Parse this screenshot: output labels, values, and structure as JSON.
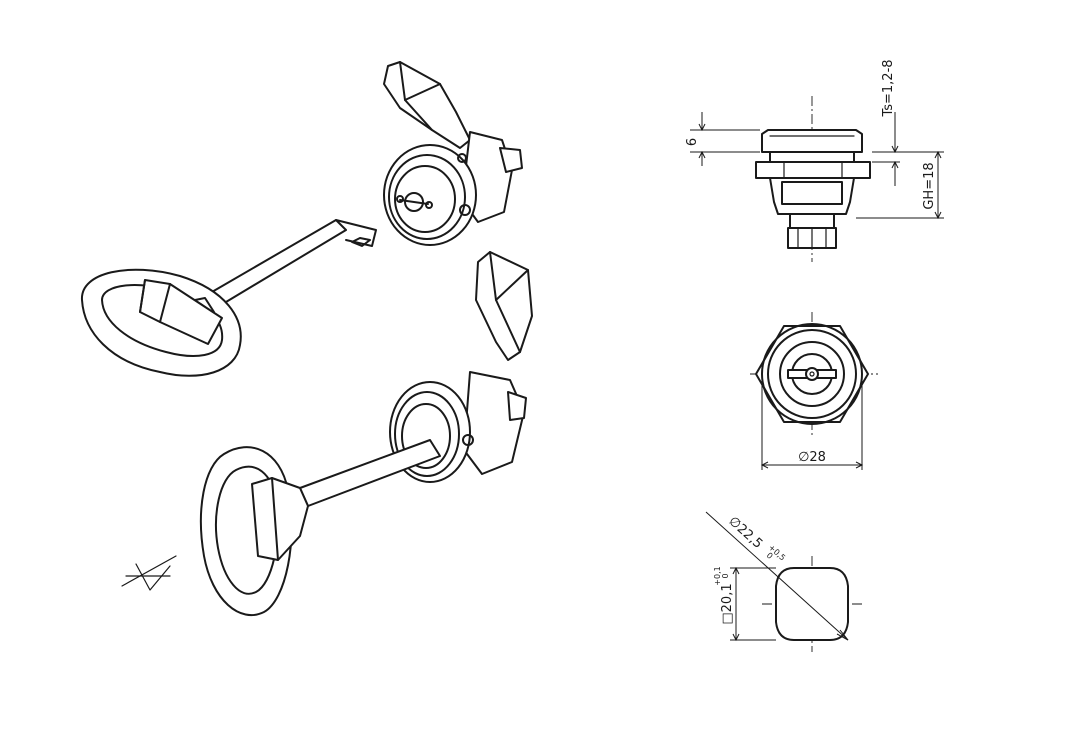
{
  "dimensions": {
    "flange_thickness": "6",
    "panel_thickness": "Ts=1,2-8",
    "grip_height": "GH=18",
    "diameter": "∅28",
    "cutout_diagonal": "∅22,5",
    "cutout_diagonal_tol_upper": "+0,5",
    "cutout_diagonal_tol_lower": "0",
    "cutout_square": "□20,1",
    "cutout_square_tol_upper": "+0,1",
    "cutout_square_tol_lower": "0"
  }
}
